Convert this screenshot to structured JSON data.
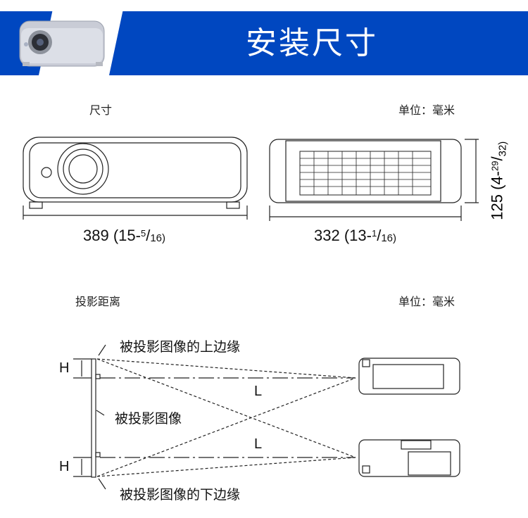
{
  "header": {
    "title": "安装尺寸"
  },
  "dimensions": {
    "section_label": "尺寸",
    "unit_label": "单位：毫米",
    "width": {
      "main": "389 (15-",
      "num": "5",
      "den": "16)"
    },
    "depth": {
      "main": "332 (13-",
      "num": "1",
      "den": "16)"
    },
    "height": {
      "main": "125 (4-",
      "num": "29",
      "den": "32)"
    }
  },
  "projection": {
    "section_label": "投影距离",
    "unit_label": "单位：毫米",
    "top_edge": "被投影图像的上边缘",
    "image": "被投影图像",
    "bottom_edge": "被投影图像的下边缘",
    "h_label": "H",
    "l_label": "L"
  },
  "colors": {
    "banner": "#0047c0"
  }
}
